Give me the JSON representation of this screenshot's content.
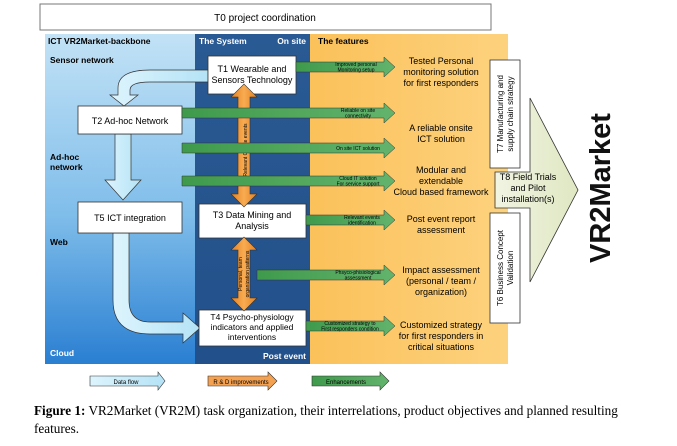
{
  "top_bar": "T0 project coordination",
  "columns": {
    "backbone": "ICT VR2Market-backbone",
    "system": "The System",
    "on_site": "On site",
    "post_event": "Post event",
    "features": "The features"
  },
  "layers": {
    "sensor_network": "Sensor network",
    "adhoc_network": [
      "Ad-hoc",
      "network"
    ],
    "web": "Web",
    "cloud": "Cloud"
  },
  "tasks": {
    "t1": [
      "T1 Wearable and",
      "Sensors Technology"
    ],
    "t2": "T2  Ad-hoc Network",
    "t3": [
      "T3 Data Mining and",
      "Analysis"
    ],
    "t4": [
      "T4 Psycho-physiology",
      "indicators and applied",
      "interventions"
    ],
    "t5": "T5 ICT integration"
  },
  "vertical_labels": {
    "rd_events": "Relevant On site events",
    "team_patterns": [
      "Personal, team",
      "organization patterns"
    ],
    "t7": [
      "T7 Manufacturing and",
      "supply chain strategy"
    ],
    "t6": [
      "T6 Business Concept",
      "Validation"
    ],
    "brand": "VR2Market"
  },
  "green_arrows": [
    [
      "Improved personal",
      "Monitoring setup"
    ],
    [
      "Reliable on site",
      "connectivity"
    ],
    [
      "On site ICT solution"
    ],
    [
      "Cloud IT solution",
      "For service support"
    ],
    [
      "Relevant events",
      "identification"
    ],
    [
      "Phsyco-phisiological",
      "assessment"
    ],
    [
      "Customized strategy to",
      "First responders condition"
    ]
  ],
  "features": [
    [
      "Tested Personal",
      "monitoring solution",
      "for first responders"
    ],
    [
      "A reliable onsite",
      "ICT solution"
    ],
    [
      "Modular and",
      "extendable",
      "Cloud based framework"
    ],
    [
      "Post event report",
      "assessment"
    ],
    [
      "Impact assessment",
      "(personal / team /",
      "organization)"
    ],
    [
      "Customized strategy",
      "for first responders in",
      "critical situations"
    ]
  ],
  "t8": [
    "T8 Field Trials",
    "and Pilot",
    "installation(s)"
  ],
  "legend": [
    "Data flow",
    "R & D improvements",
    "Enhancements"
  ],
  "caption": {
    "label": "Figure 1:",
    "text": "VR2Market (VR2M) task organization, their interrelations, product objectives and planned resulting features."
  },
  "colors": {
    "backbone_top": "#b8dcf4",
    "backbone_bottom": "#2f86d6",
    "system": "#2f5f95",
    "features": "#fbc862",
    "green_arrow": "#4fa35a",
    "orange_arrow": "#f2922e",
    "data_flow": "#c6ecfa",
    "big_arrow": "#e9efd3"
  }
}
